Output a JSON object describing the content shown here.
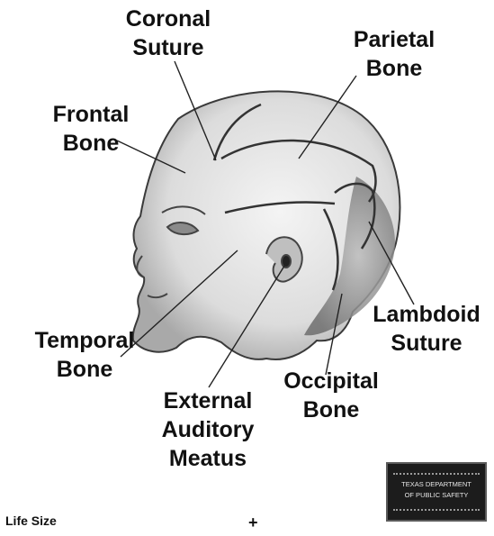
{
  "labels": {
    "coronal": [
      "Coronal",
      "Suture"
    ],
    "parietal": [
      "Parietal",
      "Bone"
    ],
    "frontal": [
      "Frontal",
      "Bone"
    ],
    "lambdoid": [
      "Lambdoid",
      "Suture"
    ],
    "temporal": [
      "Temporal",
      "Bone"
    ],
    "occipital": [
      "Occipital",
      "Bone"
    ],
    "meatus": [
      "External",
      "Auditory",
      "Meatus"
    ]
  },
  "footer": {
    "life_size": "Life Size",
    "crosshair": "+"
  },
  "stamp": {
    "line1": "TEXAS DEPARTMENT",
    "line2": "OF PUBLIC SAFETY"
  }
}
